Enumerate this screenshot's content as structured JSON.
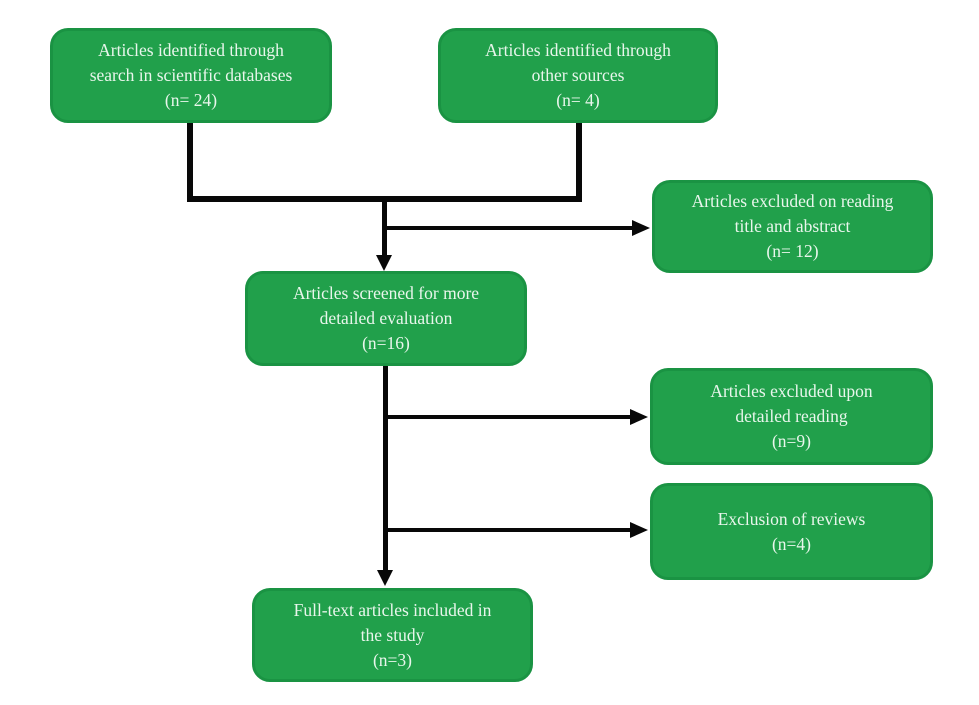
{
  "diagram": {
    "type": "flowchart",
    "description": "Article selection flow diagram (PRISMA-style literature screening)"
  },
  "colors": {
    "node_fill": "#21a04b",
    "node_border": "#1a9343",
    "node_text": "#e9f6ec",
    "connector": "#080808",
    "background": "#ffffff"
  },
  "nodes": [
    {
      "id": "identified-databases",
      "n": 24,
      "lines": [
        "Articles identified through",
        "search in scientific databases",
        "(n= 24)"
      ]
    },
    {
      "id": "identified-other-sources",
      "n": 4,
      "lines": [
        "Articles identified through",
        "other sources",
        "(n= 4)"
      ]
    },
    {
      "id": "excluded-title-abstract",
      "n": 12,
      "lines": [
        "Articles excluded on reading",
        "title and abstract",
        "(n= 12)"
      ]
    },
    {
      "id": "screened-detailed-evaluation",
      "n": 16,
      "lines": [
        "Articles screened for more",
        "detailed evaluation",
        "(n=16)"
      ]
    },
    {
      "id": "excluded-detailed-reading",
      "n": 9,
      "lines": [
        "Articles excluded upon",
        "detailed reading",
        "(n=9)"
      ]
    },
    {
      "id": "excluded-reviews",
      "n": 4,
      "lines": [
        "Exclusion of reviews",
        "(n=4)"
      ]
    },
    {
      "id": "included-full-text",
      "n": 3,
      "lines": [
        "Full-text articles included in",
        "the study",
        "(n=3)"
      ]
    }
  ]
}
